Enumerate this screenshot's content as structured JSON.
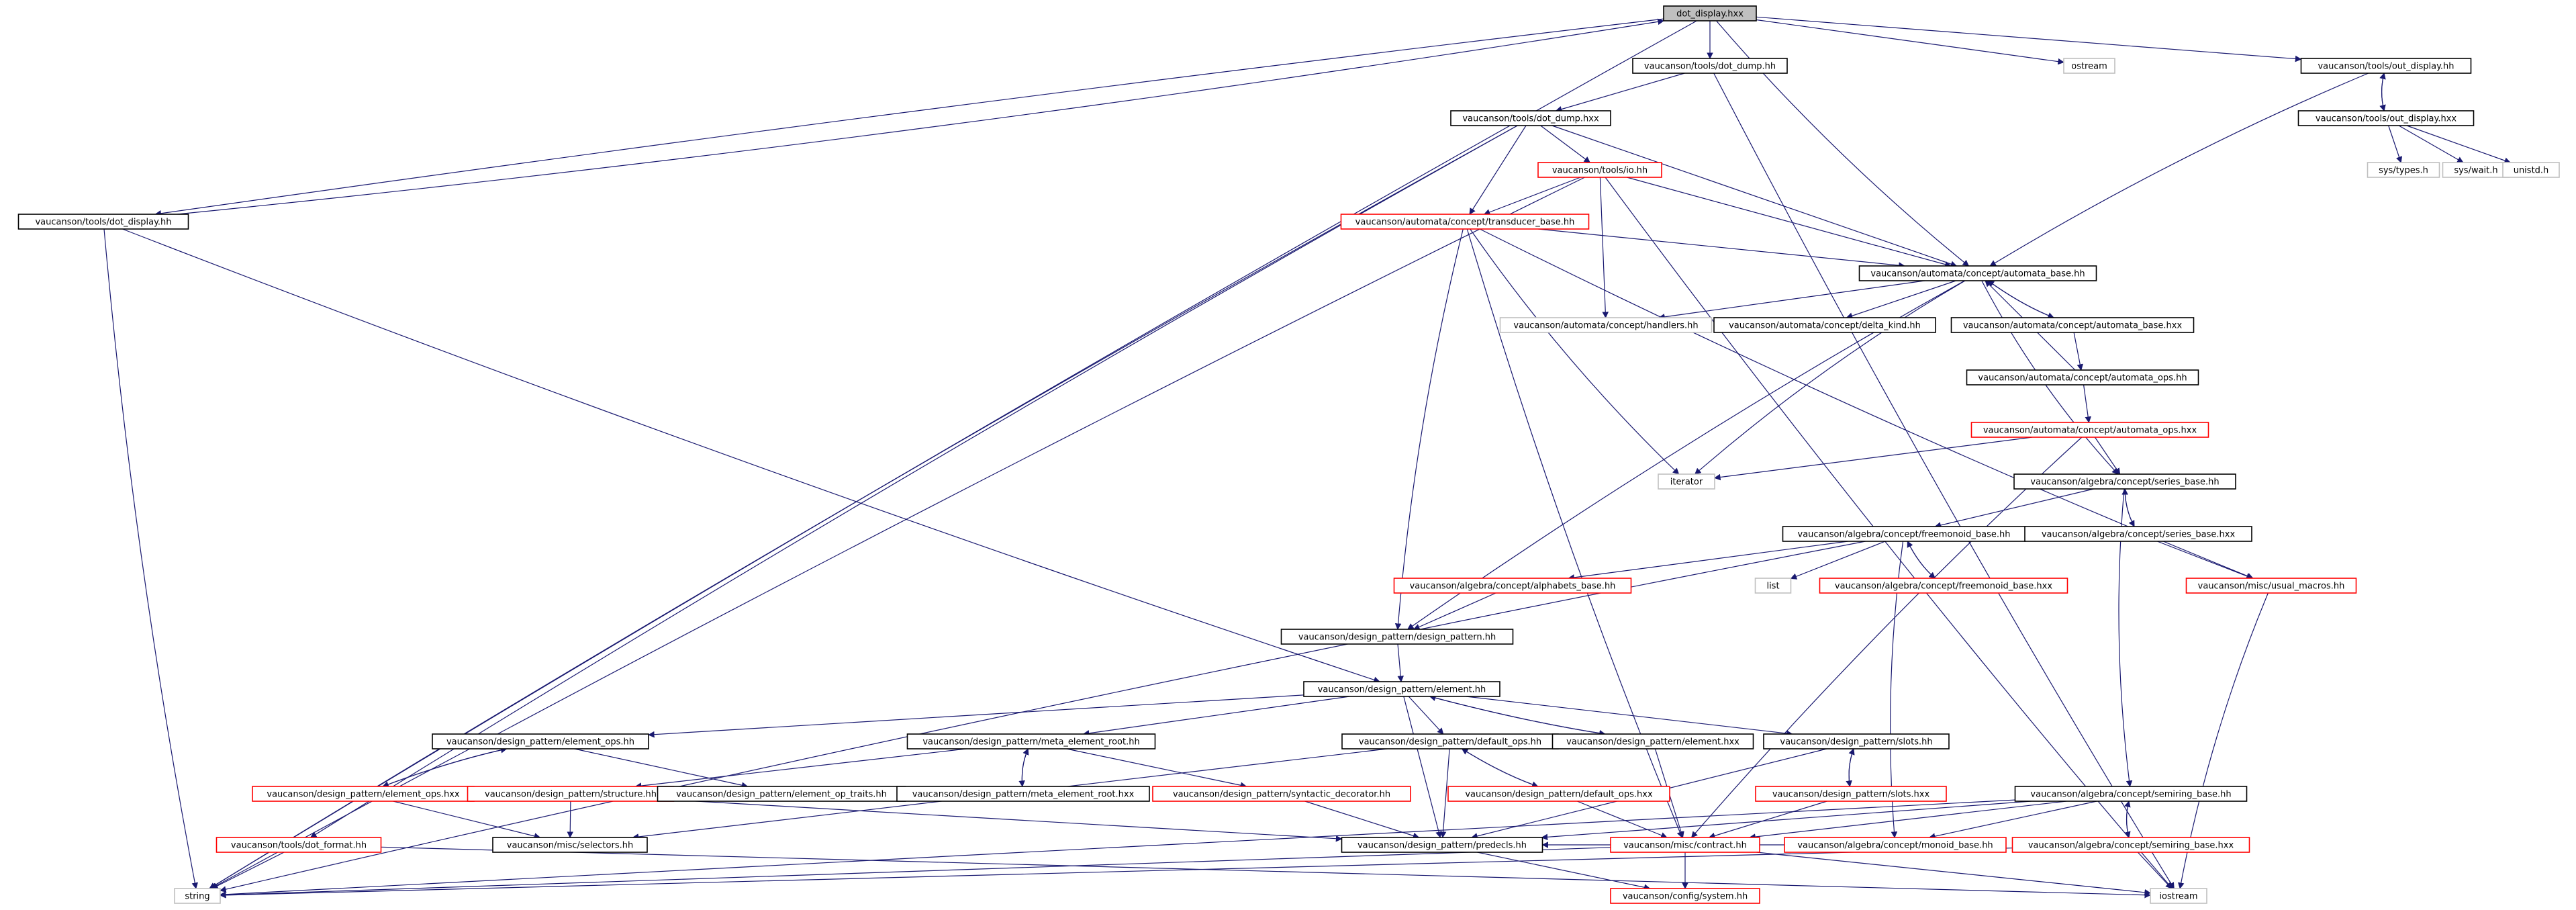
{
  "colors": {
    "edge": "#191970",
    "normal_border": "#000000",
    "missing_border": "#ff0000",
    "external_border": "#bfbfbf",
    "root_fill": "#bfbfbf",
    "box_fill": "#ffffff",
    "text": "#000000"
  },
  "nodes": [
    {
      "id": "n_root",
      "label": "dot_display.hxx",
      "kind": "root"
    },
    {
      "id": "n_dot_dump_hh",
      "label": "vaucanson/tools/dot_dump.hh",
      "kind": "normal"
    },
    {
      "id": "n_ostream",
      "label": "ostream",
      "kind": "external"
    },
    {
      "id": "n_out_display_hh",
      "label": "vaucanson/tools/out_display.hh",
      "kind": "normal"
    },
    {
      "id": "n_dot_dump_hxx",
      "label": "vaucanson/tools/dot_dump.hxx",
      "kind": "normal"
    },
    {
      "id": "n_out_display_hxx",
      "label": "vaucanson/tools/out_display.hxx",
      "kind": "normal"
    },
    {
      "id": "n_sys_types",
      "label": "sys/types.h",
      "kind": "external"
    },
    {
      "id": "n_sys_wait",
      "label": "sys/wait.h",
      "kind": "external"
    },
    {
      "id": "n_unistd",
      "label": "unistd.h",
      "kind": "external"
    },
    {
      "id": "n_io_hh",
      "label": "vaucanson/tools/io.hh",
      "kind": "missing"
    },
    {
      "id": "n_dot_display_hh",
      "label": "vaucanson/tools/dot_display.hh",
      "kind": "normal"
    },
    {
      "id": "n_transducer_base",
      "label": "vaucanson/automata/concept/transducer_base.hh",
      "kind": "missing"
    },
    {
      "id": "n_automata_base_hh",
      "label": "vaucanson/automata/concept/automata_base.hh",
      "kind": "normal"
    },
    {
      "id": "n_handlers",
      "label": "vaucanson/automata/concept/handlers.hh",
      "kind": "external"
    },
    {
      "id": "n_delta_kind",
      "label": "vaucanson/automata/concept/delta_kind.hh",
      "kind": "normal"
    },
    {
      "id": "n_automata_base_hxx",
      "label": "vaucanson/automata/concept/automata_base.hxx",
      "kind": "normal"
    },
    {
      "id": "n_automata_ops_hh",
      "label": "vaucanson/automata/concept/automata_ops.hh",
      "kind": "normal"
    },
    {
      "id": "n_automata_ops_hxx",
      "label": "vaucanson/automata/concept/automata_ops.hxx",
      "kind": "missing"
    },
    {
      "id": "n_iterator",
      "label": "iterator",
      "kind": "external"
    },
    {
      "id": "n_series_base_hh",
      "label": "vaucanson/algebra/concept/series_base.hh",
      "kind": "normal"
    },
    {
      "id": "n_freemonoid_base_hh",
      "label": "vaucanson/algebra/concept/freemonoid_base.hh",
      "kind": "normal"
    },
    {
      "id": "n_series_base_hxx",
      "label": "vaucanson/algebra/concept/series_base.hxx",
      "kind": "normal"
    },
    {
      "id": "n_list",
      "label": "list",
      "kind": "external"
    },
    {
      "id": "n_freemonoid_base_hxx",
      "label": "vaucanson/algebra/concept/freemonoid_base.hxx",
      "kind": "missing"
    },
    {
      "id": "n_usual_macros",
      "label": "vaucanson/misc/usual_macros.hh",
      "kind": "missing"
    },
    {
      "id": "n_alphabets_base",
      "label": "vaucanson/algebra/concept/alphabets_base.hh",
      "kind": "missing"
    },
    {
      "id": "n_design_pattern_hh",
      "label": "vaucanson/design_pattern/design_pattern.hh",
      "kind": "normal"
    },
    {
      "id": "n_element_hh",
      "label": "vaucanson/design_pattern/element.hh",
      "kind": "normal"
    },
    {
      "id": "n_element_ops_hh",
      "label": "vaucanson/design_pattern/element_ops.hh",
      "kind": "normal"
    },
    {
      "id": "n_meta_element_root_hh",
      "label": "vaucanson/design_pattern/meta_element_root.hh",
      "kind": "normal"
    },
    {
      "id": "n_default_ops_hh",
      "label": "vaucanson/design_pattern/default_ops.hh",
      "kind": "normal"
    },
    {
      "id": "n_element_hxx",
      "label": "vaucanson/design_pattern/element.hxx",
      "kind": "normal"
    },
    {
      "id": "n_slots_hh",
      "label": "vaucanson/design_pattern/slots.hh",
      "kind": "normal"
    },
    {
      "id": "n_semiring_base_hh",
      "label": "vaucanson/algebra/concept/semiring_base.hh",
      "kind": "normal"
    },
    {
      "id": "n_element_ops_hxx",
      "label": "vaucanson/design_pattern/element_ops.hxx",
      "kind": "missing"
    },
    {
      "id": "n_structure_hh",
      "label": "vaucanson/design_pattern/structure.hh",
      "kind": "missing"
    },
    {
      "id": "n_element_op_traits",
      "label": "vaucanson/design_pattern/element_op_traits.hh",
      "kind": "normal"
    },
    {
      "id": "n_meta_element_root_hxx",
      "label": "vaucanson/design_pattern/meta_element_root.hxx",
      "kind": "normal"
    },
    {
      "id": "n_syntactic_decorator",
      "label": "vaucanson/design_pattern/syntactic_decorator.hh",
      "kind": "missing"
    },
    {
      "id": "n_default_ops_hxx",
      "label": "vaucanson/design_pattern/default_ops.hxx",
      "kind": "missing"
    },
    {
      "id": "n_slots_hxx",
      "label": "vaucanson/design_pattern/slots.hxx",
      "kind": "missing"
    },
    {
      "id": "n_semiring_base_hxx",
      "label": "vaucanson/algebra/concept/semiring_base.hxx",
      "kind": "missing"
    },
    {
      "id": "n_dot_format",
      "label": "vaucanson/tools/dot_format.hh",
      "kind": "missing"
    },
    {
      "id": "n_selectors",
      "label": "vaucanson/misc/selectors.hh",
      "kind": "normal"
    },
    {
      "id": "n_predecls",
      "label": "vaucanson/design_pattern/predecls.hh",
      "kind": "normal"
    },
    {
      "id": "n_contract",
      "label": "vaucanson/misc/contract.hh",
      "kind": "missing"
    },
    {
      "id": "n_monoid_base",
      "label": "vaucanson/algebra/concept/monoid_base.hh",
      "kind": "missing"
    },
    {
      "id": "n_string",
      "label": "string",
      "kind": "external"
    },
    {
      "id": "n_config_system",
      "label": "vaucanson/config/system.hh",
      "kind": "missing"
    },
    {
      "id": "n_iostream",
      "label": "iostream",
      "kind": "external"
    }
  ],
  "edges": [
    [
      "n_root",
      "n_dot_dump_hh"
    ],
    [
      "n_root",
      "n_ostream"
    ],
    [
      "n_root",
      "n_out_display_hh"
    ],
    [
      "n_root",
      "n_dot_display_hh"
    ],
    [
      "n_root",
      "n_string"
    ],
    [
      "n_root",
      "n_automata_base_hh"
    ],
    [
      "n_dot_display_hh",
      "n_root"
    ],
    [
      "n_dot_display_hh",
      "n_element_hh"
    ],
    [
      "n_dot_display_hh",
      "n_string"
    ],
    [
      "n_dot_dump_hh",
      "n_dot_dump_hxx"
    ],
    [
      "n_dot_dump_hh",
      "n_iostream"
    ],
    [
      "n_out_display_hh",
      "n_out_display_hxx"
    ],
    [
      "n_out_display_hh",
      "n_automata_base_hh"
    ],
    [
      "n_out_display_hxx",
      "n_out_display_hh"
    ],
    [
      "n_out_display_hxx",
      "n_sys_types"
    ],
    [
      "n_out_display_hxx",
      "n_sys_wait"
    ],
    [
      "n_out_display_hxx",
      "n_unistd"
    ],
    [
      "n_dot_dump_hxx",
      "n_io_hh"
    ],
    [
      "n_dot_dump_hxx",
      "n_transducer_base"
    ],
    [
      "n_dot_dump_hxx",
      "n_automata_base_hh"
    ],
    [
      "n_dot_dump_hxx",
      "n_dot_format"
    ],
    [
      "n_dot_dump_hxx",
      "n_string"
    ],
    [
      "n_io_hh",
      "n_transducer_base"
    ],
    [
      "n_io_hh",
      "n_automata_base_hh"
    ],
    [
      "n_io_hh",
      "n_handlers"
    ],
    [
      "n_io_hh",
      "n_string"
    ],
    [
      "n_io_hh",
      "n_iostream"
    ],
    [
      "n_transducer_base",
      "n_automata_base_hh"
    ],
    [
      "n_transducer_base",
      "n_design_pattern_hh"
    ],
    [
      "n_transducer_base",
      "n_iterator"
    ],
    [
      "n_transducer_base",
      "n_contract"
    ],
    [
      "n_transducer_base",
      "n_usual_macros"
    ],
    [
      "n_automata_base_hh",
      "n_handlers"
    ],
    [
      "n_automata_base_hh",
      "n_delta_kind"
    ],
    [
      "n_automata_base_hh",
      "n_automata_base_hxx"
    ],
    [
      "n_automata_base_hh",
      "n_iterator"
    ],
    [
      "n_automata_base_hh",
      "n_series_base_hh"
    ],
    [
      "n_automata_base_hh",
      "n_design_pattern_hh"
    ],
    [
      "n_automata_base_hxx",
      "n_automata_base_hh"
    ],
    [
      "n_automata_base_hxx",
      "n_automata_ops_hh"
    ],
    [
      "n_automata_ops_hh",
      "n_automata_ops_hxx"
    ],
    [
      "n_automata_ops_hh",
      "n_automata_base_hh"
    ],
    [
      "n_automata_ops_hxx",
      "n_iterator"
    ],
    [
      "n_automata_ops_hxx",
      "n_series_base_hh"
    ],
    [
      "n_automata_ops_hxx",
      "n_contract"
    ],
    [
      "n_series_base_hh",
      "n_freemonoid_base_hh"
    ],
    [
      "n_series_base_hh",
      "n_series_base_hxx"
    ],
    [
      "n_series_base_hh",
      "n_semiring_base_hh"
    ],
    [
      "n_series_base_hxx",
      "n_series_base_hh"
    ],
    [
      "n_series_base_hxx",
      "n_usual_macros"
    ],
    [
      "n_freemonoid_base_hh",
      "n_alphabets_base"
    ],
    [
      "n_freemonoid_base_hh",
      "n_list"
    ],
    [
      "n_freemonoid_base_hh",
      "n_freemonoid_base_hxx"
    ],
    [
      "n_freemonoid_base_hh",
      "n_monoid_base"
    ],
    [
      "n_freemonoid_base_hh",
      "n_string"
    ],
    [
      "n_freemonoid_base_hxx",
      "n_freemonoid_base_hh"
    ],
    [
      "n_alphabets_base",
      "n_design_pattern_hh"
    ],
    [
      "n_usual_macros",
      "n_iostream"
    ],
    [
      "n_design_pattern_hh",
      "n_element_hh"
    ],
    [
      "n_element_hh",
      "n_element_ops_hh"
    ],
    [
      "n_element_hh",
      "n_meta_element_root_hh"
    ],
    [
      "n_element_hh",
      "n_default_ops_hh"
    ],
    [
      "n_element_hh",
      "n_element_hxx"
    ],
    [
      "n_element_hh",
      "n_slots_hh"
    ],
    [
      "n_element_hh",
      "n_predecls"
    ],
    [
      "n_element_hxx",
      "n_element_hh"
    ],
    [
      "n_element_hxx",
      "n_contract"
    ],
    [
      "n_element_ops_hh",
      "n_element_ops_hxx"
    ],
    [
      "n_element_ops_hh",
      "n_element_op_traits"
    ],
    [
      "n_element_ops_hxx",
      "n_element_ops_hh"
    ],
    [
      "n_element_ops_hxx",
      "n_selectors"
    ],
    [
      "n_meta_element_root_hh",
      "n_structure_hh"
    ],
    [
      "n_meta_element_root_hh",
      "n_meta_element_root_hxx"
    ],
    [
      "n_meta_element_root_hh",
      "n_syntactic_decorator"
    ],
    [
      "n_meta_element_root_hxx",
      "n_meta_element_root_hh"
    ],
    [
      "n_default_ops_hh",
      "n_default_ops_hxx"
    ],
    [
      "n_default_ops_hh",
      "n_predecls"
    ],
    [
      "n_default_ops_hh",
      "n_selectors"
    ],
    [
      "n_default_ops_hxx",
      "n_default_ops_hh"
    ],
    [
      "n_default_ops_hxx",
      "n_contract"
    ],
    [
      "n_slots_hh",
      "n_slots_hxx"
    ],
    [
      "n_slots_hh",
      "n_predecls"
    ],
    [
      "n_slots_hxx",
      "n_slots_hh"
    ],
    [
      "n_slots_hxx",
      "n_contract"
    ],
    [
      "n_structure_hh",
      "n_selectors"
    ],
    [
      "n_structure_hh",
      "n_predecls"
    ],
    [
      "n_syntactic_decorator",
      "n_predecls"
    ],
    [
      "n_semiring_base_hh",
      "n_semiring_base_hxx"
    ],
    [
      "n_semiring_base_hh",
      "n_contract"
    ],
    [
      "n_semiring_base_hh",
      "n_monoid_base"
    ],
    [
      "n_semiring_base_hh",
      "n_predecls"
    ],
    [
      "n_semiring_base_hh",
      "n_string"
    ],
    [
      "n_semiring_base_hxx",
      "n_semiring_base_hh"
    ],
    [
      "n_semiring_base_hxx",
      "n_iostream"
    ],
    [
      "n_semiring_base_hxx",
      "n_string"
    ],
    [
      "n_dot_format",
      "n_string"
    ],
    [
      "n_dot_format",
      "n_iostream"
    ],
    [
      "n_predecls",
      "n_config_system"
    ],
    [
      "n_contract",
      "n_config_system"
    ],
    [
      "n_contract",
      "n_iostream"
    ],
    [
      "n_contract",
      "n_string"
    ],
    [
      "n_monoid_base",
      "n_predecls"
    ]
  ]
}
